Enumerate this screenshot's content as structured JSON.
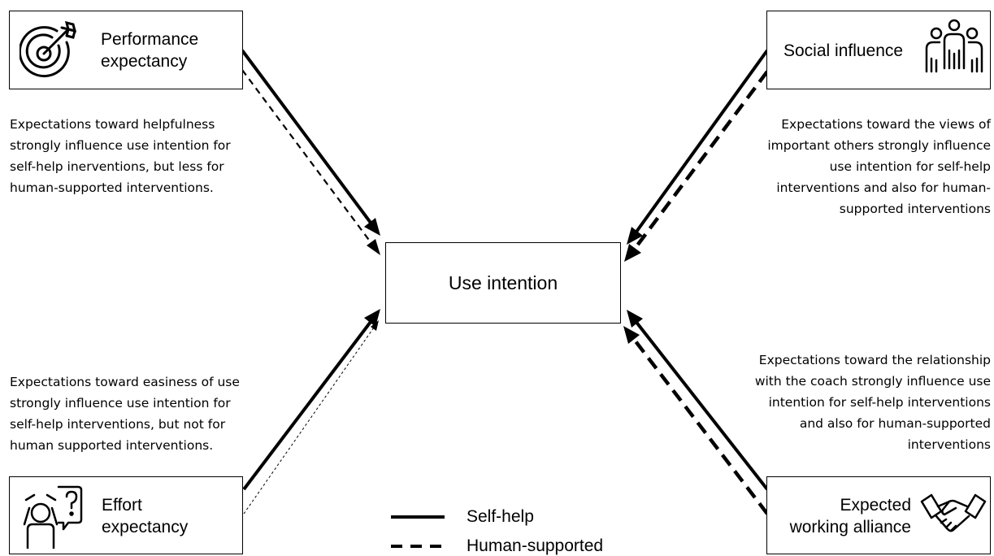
{
  "center": {
    "label": "Use intention"
  },
  "boxes": {
    "performance": {
      "lines": [
        "Performance",
        "expectancy"
      ],
      "icon": "target-icon"
    },
    "social": {
      "lines": [
        "Social influence"
      ],
      "icon": "people-group-icon"
    },
    "effort": {
      "lines": [
        "Effort",
        "expectancy"
      ],
      "icon": "confused-person-icon"
    },
    "alliance": {
      "lines": [
        "Expected",
        "working alliance"
      ],
      "icon": "handshake-icon"
    }
  },
  "descriptions": {
    "performance": [
      "Expectations toward helpfulness",
      "strongly influence use intention for",
      "self-help inerventions, but less for",
      "human-supported interventions."
    ],
    "social": [
      "Expectations toward the views of",
      "important others strongly influence",
      "use intention for self-help",
      "interventions and also for human-",
      "supported interventions"
    ],
    "effort": [
      "Expectations toward easiness of use",
      "strongly influence use intention for",
      "self-help interventions, but not for",
      "human supported interventions."
    ],
    "alliance": [
      "Expectations toward the relationship",
      "with the coach strongly influence use",
      "intention for self-help interventions",
      "and also for human-supported",
      "interventions"
    ]
  },
  "legend": {
    "self_help": "Self-help",
    "human_supported": "Human-supported"
  }
}
